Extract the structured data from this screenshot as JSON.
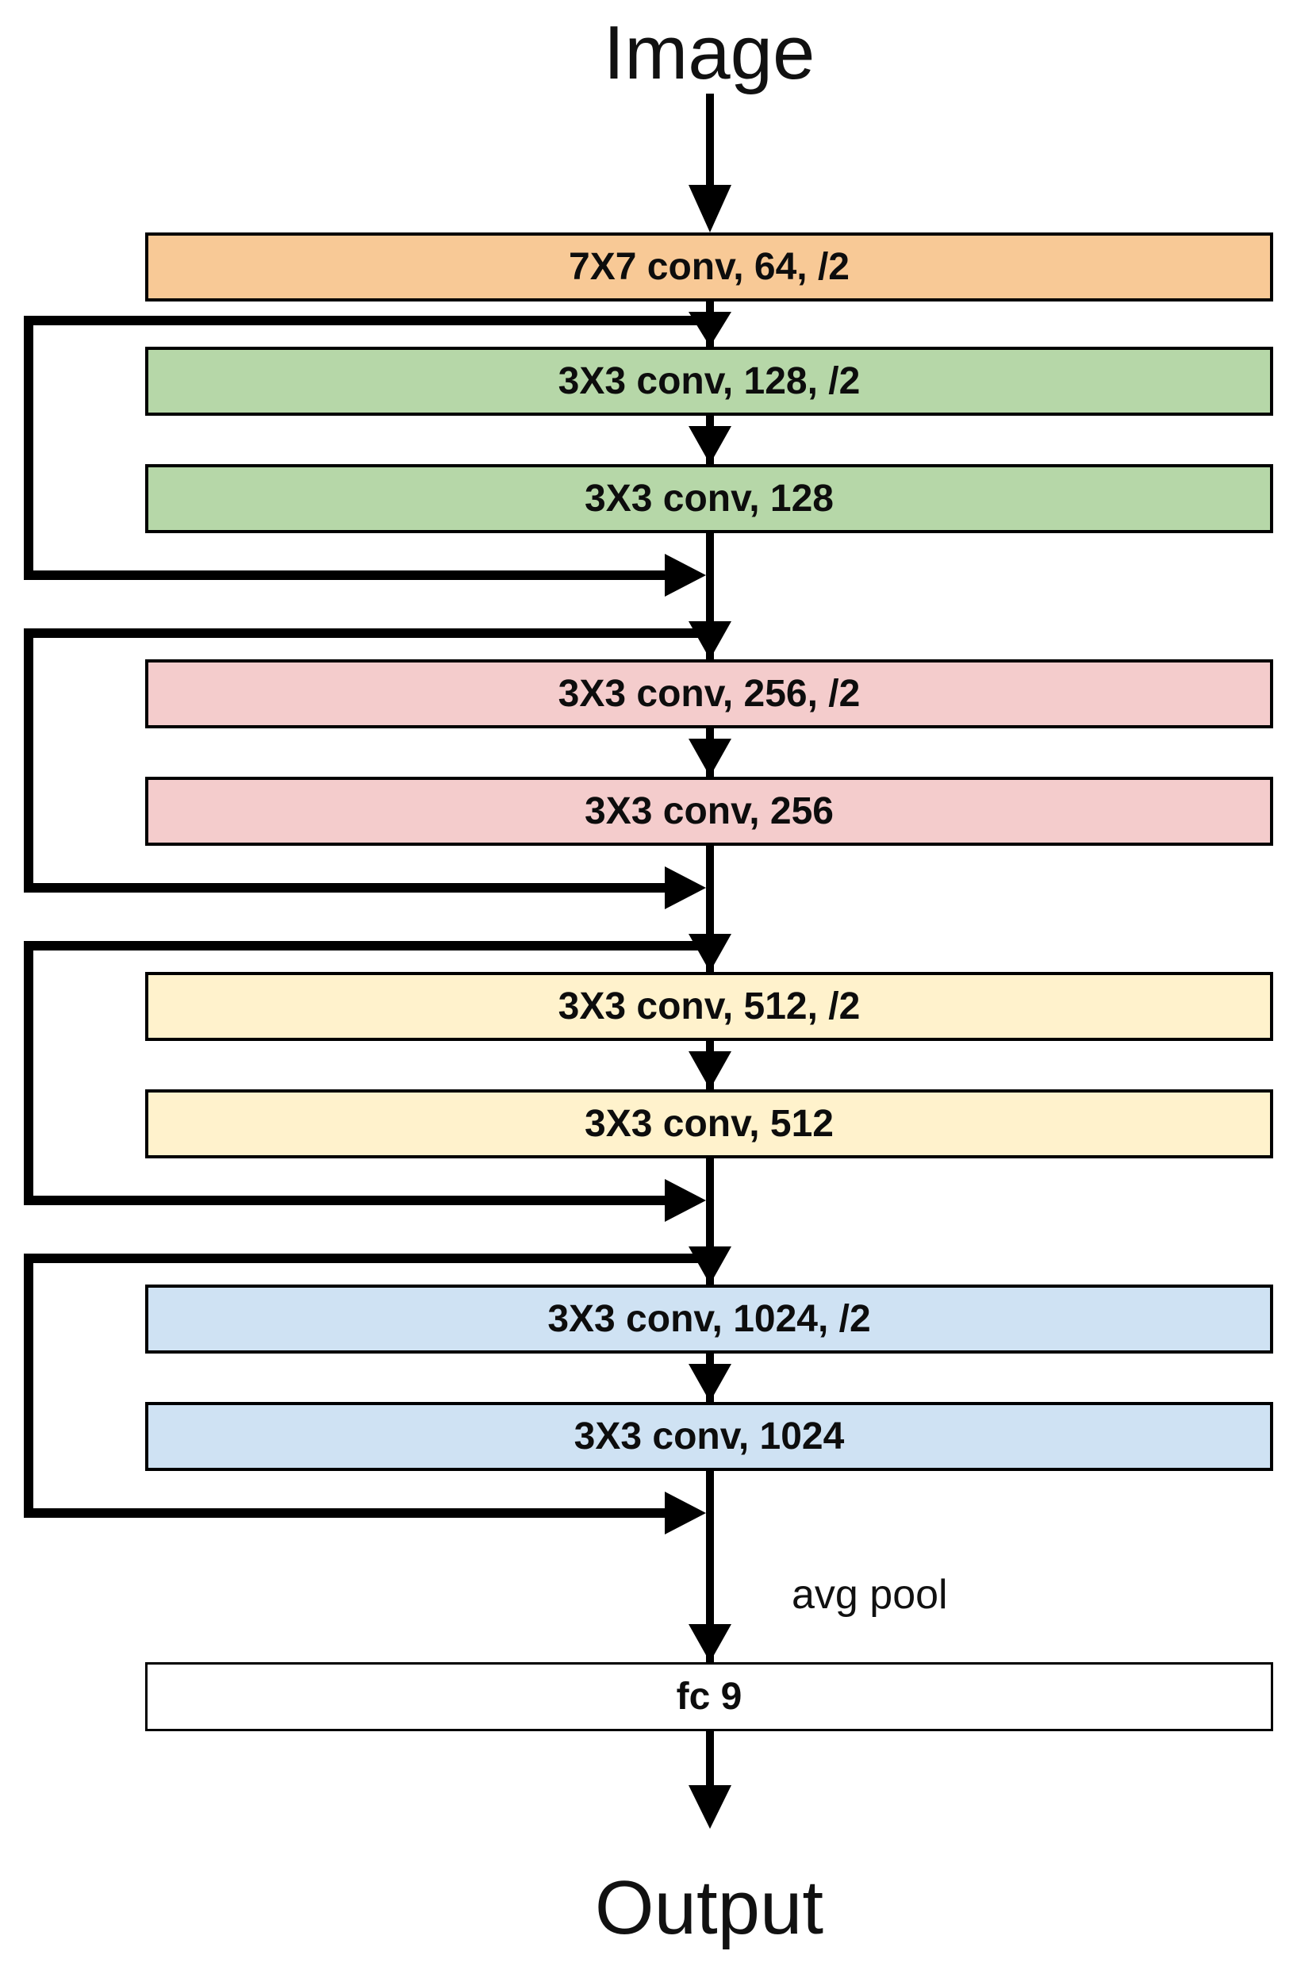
{
  "diagram": {
    "input_label": "Image",
    "output_label": "Output",
    "pool_label": "avg pool",
    "line_color": "#000000",
    "text_color": "#0d0d0d",
    "boxes": [
      {
        "label": "7X7 conv, 64, /2",
        "color": "#F8C996"
      },
      {
        "label": "3X3 conv, 128, /2",
        "color": "#B6D7A8"
      },
      {
        "label": "3X3 conv, 128",
        "color": "#B6D7A8"
      },
      {
        "label": "3X3 conv, 256, /2",
        "color": "#F4CCCC"
      },
      {
        "label": "3X3 conv, 256",
        "color": "#F4CCCC"
      },
      {
        "label": "3X3 conv, 512, /2",
        "color": "#FFF2CC"
      },
      {
        "label": "3X3 conv, 512",
        "color": "#FFF2CC"
      },
      {
        "label": "3X3 conv, 1024, /2",
        "color": "#CFE2F3"
      },
      {
        "label": "3X3 conv, 1024",
        "color": "#CFE2F3"
      },
      {
        "label": "fc 9",
        "color": "#FFFFFF"
      }
    ]
  }
}
